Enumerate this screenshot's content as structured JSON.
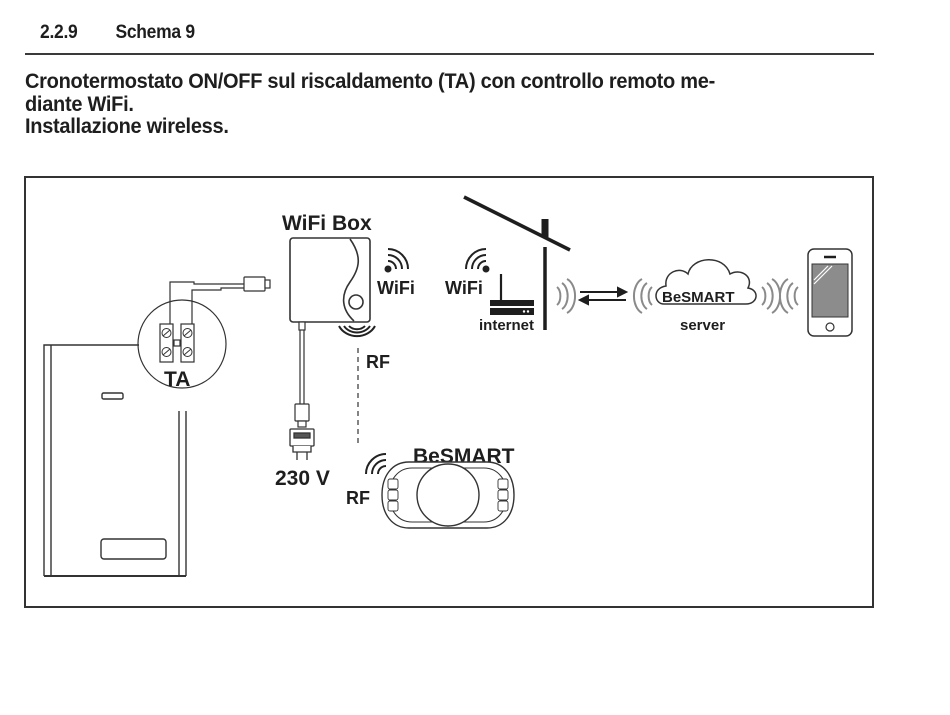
{
  "section": {
    "number": "2.2.9",
    "name": "Schema 9"
  },
  "title": {
    "line1": "Cronotermostato ON/OFF sul riscaldamento (TA) con controllo remoto me-",
    "line2": "diante WiFi.",
    "line3": "Installazione wireless."
  },
  "diagram": {
    "labels": {
      "wifi_box": "WiFi Box",
      "wifi_box_signal": "WiFi",
      "router_signal": "WiFi",
      "internet": "internet",
      "rf_box": "RF",
      "ta": "TA",
      "power": "230 V",
      "thermostat": "BeSMART",
      "rf_thermostat": "RF",
      "cloud_name": "BeSMART",
      "cloud_sub": "server"
    },
    "colors": {
      "stroke": "#1e1e1e",
      "wave_gray": "#8a8a8a",
      "phone_screen": "#8c8c8c"
    }
  }
}
